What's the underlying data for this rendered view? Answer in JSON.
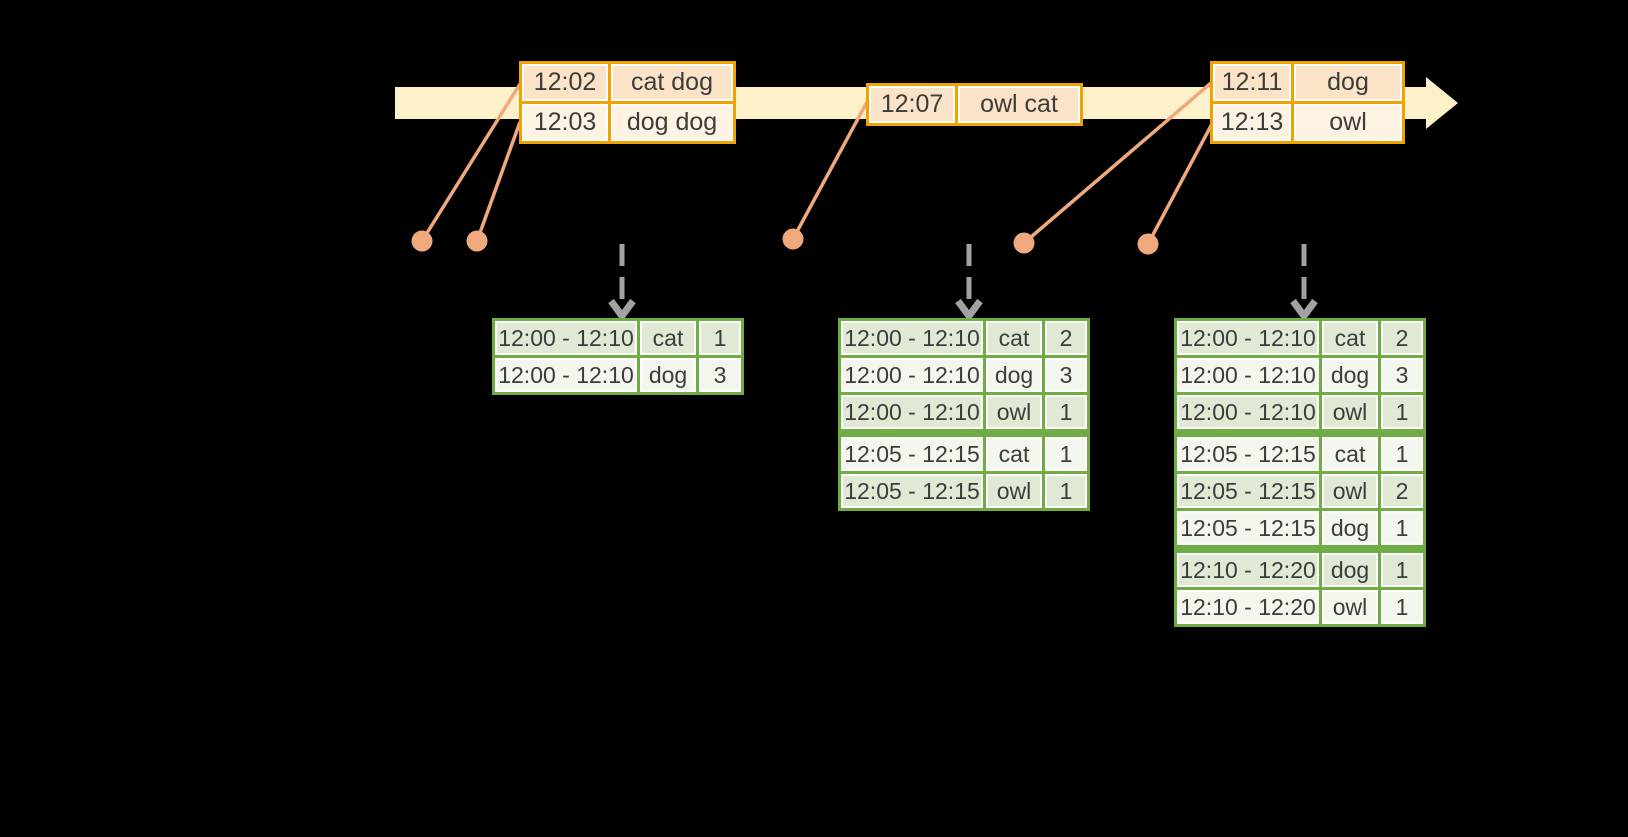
{
  "event_tables": [
    {
      "rows": [
        {
          "time": "12:02",
          "words": "cat dog"
        },
        {
          "time": "12:03",
          "words": "dog dog"
        }
      ]
    },
    {
      "rows": [
        {
          "time": "12:07",
          "words": "owl cat"
        }
      ]
    },
    {
      "rows": [
        {
          "time": "12:11",
          "words": "dog"
        },
        {
          "time": "12:13",
          "words": "owl"
        }
      ]
    }
  ],
  "result_tables": [
    {
      "rows": [
        {
          "window": "12:00 - 12:10",
          "word": "cat",
          "count": "1"
        },
        {
          "window": "12:00 - 12:10",
          "word": "dog",
          "count": "3"
        }
      ]
    },
    {
      "rows": [
        {
          "window": "12:00 - 12:10",
          "word": "cat",
          "count": "2"
        },
        {
          "window": "12:00 - 12:10",
          "word": "dog",
          "count": "3"
        },
        {
          "window": "12:00 - 12:10",
          "word": "owl",
          "count": "1"
        },
        {
          "window": "12:05 - 12:15",
          "word": "cat",
          "count": "1"
        },
        {
          "window": "12:05 - 12:15",
          "word": "owl",
          "count": "1"
        }
      ]
    },
    {
      "rows": [
        {
          "window": "12:00 - 12:10",
          "word": "cat",
          "count": "2"
        },
        {
          "window": "12:00 - 12:10",
          "word": "dog",
          "count": "3"
        },
        {
          "window": "12:00 - 12:10",
          "word": "owl",
          "count": "1"
        },
        {
          "window": "12:05 - 12:15",
          "word": "cat",
          "count": "1"
        },
        {
          "window": "12:05 - 12:15",
          "word": "owl",
          "count": "2"
        },
        {
          "window": "12:05 - 12:15",
          "word": "dog",
          "count": "1"
        },
        {
          "window": "12:10 - 12:20",
          "word": "dog",
          "count": "1"
        },
        {
          "window": "12:10 - 12:20",
          "word": "owl",
          "count": "1"
        }
      ]
    }
  ],
  "colors": {
    "background": "#000000",
    "timeline_band": "#FCF1C9",
    "event_table_border": "#F0A202",
    "event_row_dark": "#FAE3C6",
    "event_row_light": "#FEF3E3",
    "connector_salmon": "#F0A87D",
    "result_table_border": "#6FAC43",
    "result_row_dark": "#DFE9D3",
    "result_row_light": "#F2F6EC",
    "trigger_arrow_gray": "#A2A2A2",
    "cell_text": "#3C3C3C"
  }
}
